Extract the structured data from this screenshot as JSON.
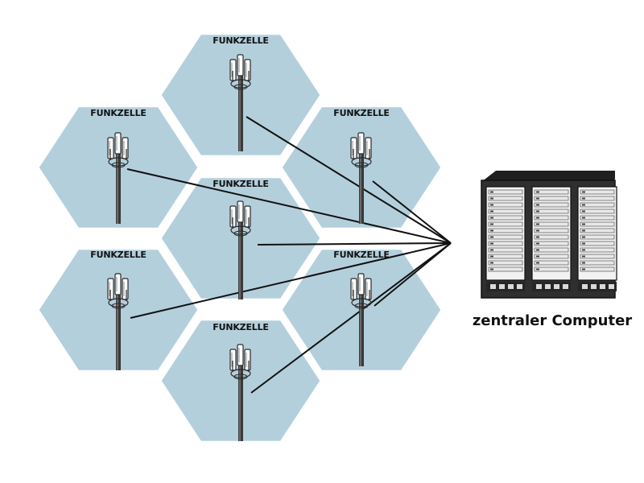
{
  "diagram": {
    "cells": [
      {
        "id": "top",
        "label": "FUNKZELLE"
      },
      {
        "id": "upper-left",
        "label": "FUNKZELLE"
      },
      {
        "id": "upper-right",
        "label": "FUNKZELLE"
      },
      {
        "id": "center",
        "label": "FUNKZELLE"
      },
      {
        "id": "lower-left",
        "label": "FUNKZELLE"
      },
      {
        "id": "lower-right",
        "label": "FUNKZELLE"
      },
      {
        "id": "bottom",
        "label": "FUNKZELLE"
      }
    ],
    "server": {
      "label": "zentraler Computer"
    },
    "colors": {
      "cell_fill": "#b4cfdc",
      "cell_border": "#ffffff",
      "line": "#111111",
      "server_body": "#2f2f2f",
      "server_panel": "#e8e8e8"
    },
    "icons": [
      "antenna-tower-icon",
      "server-rack-icon"
    ]
  }
}
